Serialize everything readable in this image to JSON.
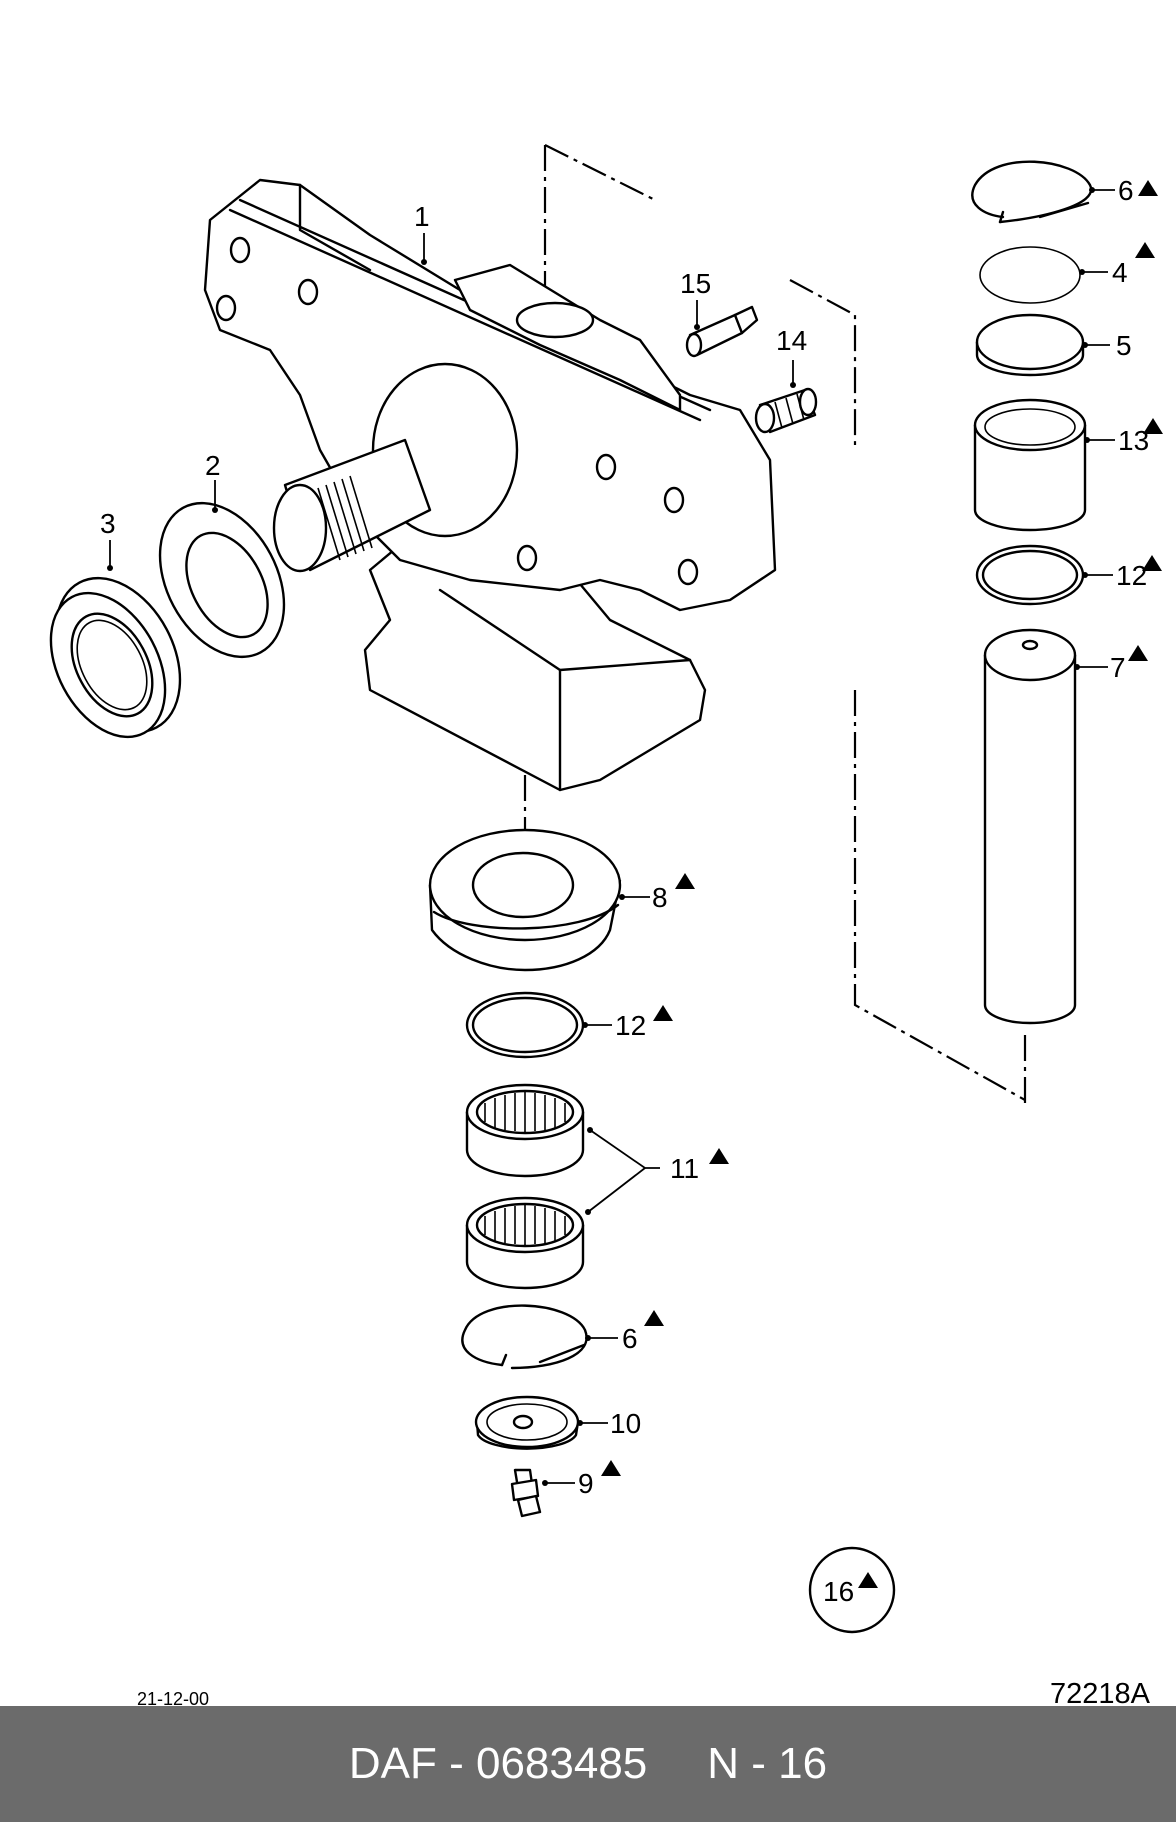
{
  "labels": {
    "l1": "1",
    "l2": "2",
    "l3": "3",
    "l4": "4",
    "l5": "5",
    "l6a": "6",
    "l6b": "6",
    "l7": "7",
    "l8": "8",
    "l9": "9",
    "l10": "10",
    "l11": "11",
    "l12a": "12",
    "l12b": "12",
    "l13": "13",
    "l14": "14",
    "l15": "15",
    "l16": "16"
  },
  "date_code": "21-12-00",
  "drawing_number": "72218A",
  "footer": {
    "brand_part": "DAF - 0683485",
    "page": "N - 16"
  }
}
